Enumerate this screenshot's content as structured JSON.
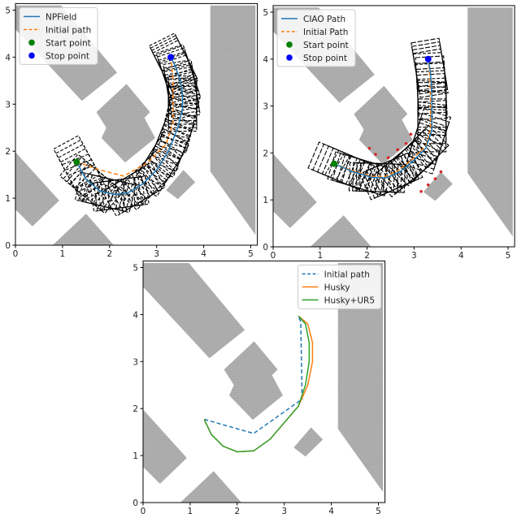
{
  "chart_data": [
    {
      "type": "line",
      "panel": "top-left",
      "title": "",
      "xlabel": "",
      "ylabel": "",
      "xlim": [
        0,
        5.1
      ],
      "ylim": [
        0,
        5.1
      ],
      "xticks": [
        "0",
        "1",
        "2",
        "3",
        "4",
        "5"
      ],
      "yticks": [
        "0",
        "1",
        "2",
        "3",
        "4",
        "5"
      ],
      "legend": [
        "NPField",
        "Initial path",
        "Start point",
        "Stop point"
      ],
      "legend_position": "upper left",
      "series": [
        {
          "name": "NPField",
          "style": "solid",
          "color": "#1f77b4",
          "x": [
            1.3,
            1.5,
            1.8,
            2.1,
            2.4,
            2.7,
            3.0,
            3.25,
            3.45,
            3.55,
            3.55,
            3.5,
            3.4,
            3.3
          ],
          "y": [
            1.77,
            1.4,
            1.15,
            1.08,
            1.12,
            1.3,
            1.6,
            2.0,
            2.5,
            2.9,
            3.2,
            3.5,
            3.8,
            4.0
          ]
        },
        {
          "name": "Initial path",
          "style": "dashed",
          "color": "#ff7f0e",
          "x": [
            1.3,
            1.8,
            2.3,
            2.8,
            3.2,
            3.35,
            3.35,
            3.3
          ],
          "y": [
            1.77,
            1.6,
            1.47,
            1.75,
            2.15,
            2.6,
            3.5,
            4.0
          ]
        }
      ],
      "points": [
        {
          "name": "Start point",
          "x": 1.3,
          "y": 1.77,
          "color": "#008000"
        },
        {
          "name": "Stop point",
          "x": 3.3,
          "y": 4.0,
          "color": "#0000ff"
        }
      ]
    },
    {
      "type": "line",
      "panel": "top-right",
      "title": "",
      "xlabel": "",
      "ylabel": "",
      "xlim": [
        0,
        5.1
      ],
      "ylim": [
        0,
        5.1
      ],
      "xticks": [
        "0",
        "1",
        "2",
        "3",
        "4",
        "5"
      ],
      "yticks": [
        "0",
        "1",
        "2",
        "3",
        "4",
        "5"
      ],
      "legend": [
        "CIAO Path",
        "Initial Path",
        "Start point",
        "Stop point"
      ],
      "legend_position": "upper left",
      "series": [
        {
          "name": "CIAO Path",
          "style": "solid",
          "color": "#1f77b4",
          "x": [
            1.3,
            1.7,
            2.1,
            2.4,
            2.7,
            3.0,
            3.25,
            3.38,
            3.38,
            3.35,
            3.3
          ],
          "y": [
            1.77,
            1.6,
            1.48,
            1.47,
            1.6,
            1.85,
            2.1,
            2.5,
            3.2,
            3.7,
            4.0
          ]
        },
        {
          "name": "Initial Path",
          "style": "dashed",
          "color": "#ff7f0e",
          "x": [
            1.3,
            1.7,
            2.1,
            2.4,
            2.7,
            3.0,
            3.25,
            3.35,
            3.35,
            3.33,
            3.3
          ],
          "y": [
            1.77,
            1.62,
            1.5,
            1.5,
            1.65,
            1.9,
            2.15,
            2.5,
            3.2,
            3.7,
            4.0
          ]
        }
      ],
      "points": [
        {
          "name": "Start point",
          "x": 1.3,
          "y": 1.77,
          "color": "#008000"
        },
        {
          "name": "Stop point",
          "x": 3.3,
          "y": 4.0,
          "color": "#0000ff"
        }
      ],
      "red_markers": [
        [
          2.05,
          2.1
        ],
        [
          2.18,
          1.97
        ],
        [
          2.45,
          1.9
        ],
        [
          2.65,
          2.07
        ],
        [
          2.83,
          2.2
        ],
        [
          2.93,
          2.4
        ],
        [
          3.15,
          1.18
        ],
        [
          3.3,
          1.32
        ],
        [
          3.45,
          1.45
        ],
        [
          3.57,
          1.6
        ]
      ]
    },
    {
      "type": "line",
      "panel": "bottom",
      "title": "",
      "xlabel": "",
      "ylabel": "",
      "xlim": [
        0,
        5.1
      ],
      "ylim": [
        0,
        5.1
      ],
      "xticks": [
        "0",
        "1",
        "2",
        "3",
        "4",
        "5"
      ],
      "yticks": [
        "0",
        "1",
        "2",
        "3",
        "4",
        "5"
      ],
      "legend": [
        "Initial path",
        "Husky",
        "Husky+UR5"
      ],
      "legend_position": "upper right",
      "series": [
        {
          "name": "Initial path",
          "style": "dashed",
          "color": "#1f77b4",
          "x": [
            1.3,
            2.35,
            3.38,
            3.35,
            3.3
          ],
          "y": [
            1.77,
            1.47,
            2.2,
            3.85,
            3.95
          ]
        },
        {
          "name": "Husky",
          "style": "solid",
          "color": "#ff7f0e",
          "x": [
            1.3,
            1.45,
            1.7,
            2.0,
            2.35,
            2.7,
            3.0,
            3.3,
            3.5,
            3.6,
            3.6,
            3.5,
            3.3
          ],
          "y": [
            1.77,
            1.45,
            1.2,
            1.08,
            1.1,
            1.35,
            1.7,
            2.05,
            2.5,
            3.0,
            3.4,
            3.8,
            3.97
          ]
        },
        {
          "name": "Husky+UR5",
          "style": "solid",
          "color": "#2ca02c",
          "x": [
            1.3,
            1.45,
            1.7,
            2.0,
            2.35,
            2.7,
            3.0,
            3.3,
            3.45,
            3.53,
            3.53,
            3.45,
            3.3
          ],
          "y": [
            1.77,
            1.45,
            1.2,
            1.08,
            1.1,
            1.35,
            1.7,
            2.05,
            2.5,
            3.0,
            3.4,
            3.8,
            3.97
          ]
        }
      ]
    }
  ],
  "obstacles": [
    [
      [
        0,
        5.1
      ],
      [
        0.97,
        5.1
      ],
      [
        2.16,
        3.67
      ],
      [
        1.41,
        3.07
      ],
      [
        0,
        4.59
      ]
    ],
    [
      [
        2.36,
        3.43
      ],
      [
        2.86,
        2.83
      ],
      [
        2.74,
        2.71
      ],
      [
        2.97,
        2.28
      ],
      [
        2.33,
        1.76
      ],
      [
        1.83,
        2.28
      ],
      [
        1.93,
        2.5
      ],
      [
        1.72,
        2.83
      ]
    ],
    [
      [
        3.57,
        1.6
      ],
      [
        3.82,
        1.34
      ],
      [
        3.45,
        0.98
      ],
      [
        3.2,
        1.17
      ]
    ],
    [
      [
        4.14,
        5.1
      ],
      [
        5.1,
        5.1
      ],
      [
        5.1,
        0.22
      ],
      [
        4.14,
        1.57
      ]
    ],
    [
      [
        0,
        1.98
      ],
      [
        0.93,
        0.95
      ],
      [
        0.36,
        0.4
      ],
      [
        0,
        0.76
      ]
    ],
    [
      [
        1.5,
        0.67
      ],
      [
        0.79,
        0
      ],
      [
        2.09,
        0
      ]
    ]
  ],
  "panels": {
    "p1": {
      "legend": [
        "NPField",
        "Initial path",
        "Start point",
        "Stop point"
      ]
    },
    "p2": {
      "legend": [
        "CIAO Path",
        "Initial Path",
        "Start point",
        "Stop point"
      ]
    },
    "p3": {
      "legend": [
        "Initial path",
        "Husky",
        "Husky+UR5"
      ]
    }
  },
  "ticks": [
    "0",
    "1",
    "2",
    "3",
    "4",
    "5"
  ]
}
